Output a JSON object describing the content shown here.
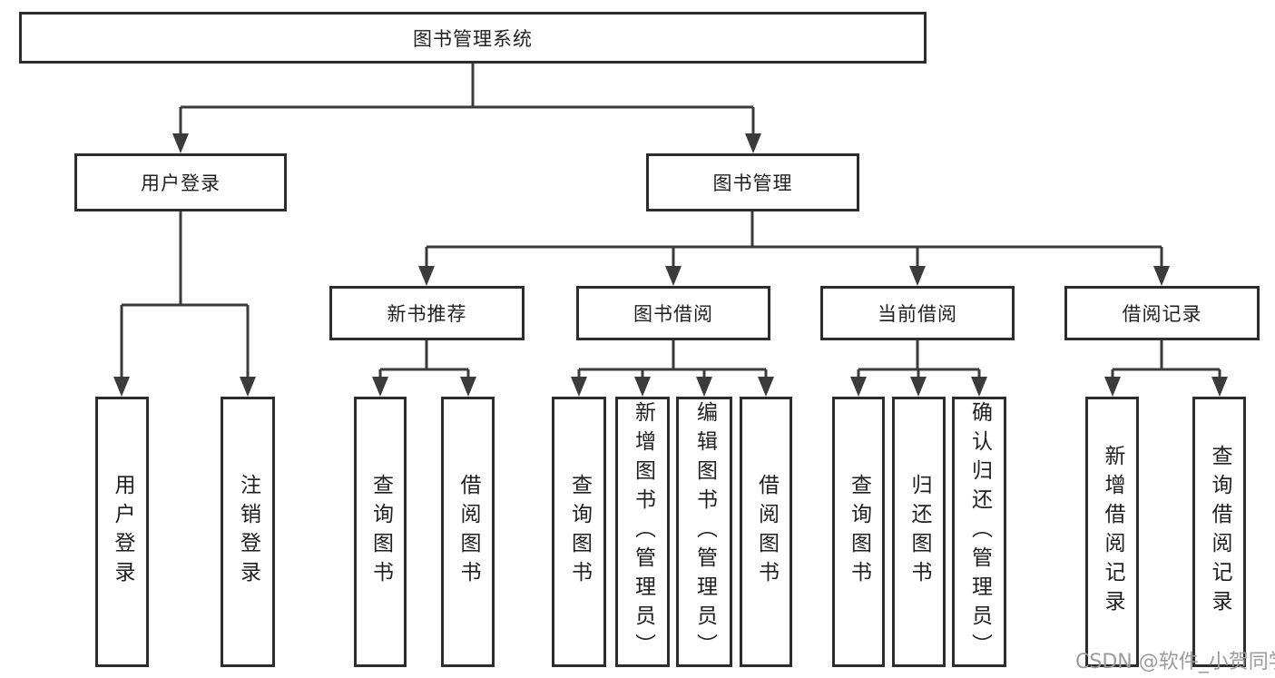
{
  "diagram": {
    "root": {
      "label": "图书管理系统"
    },
    "login": {
      "label": "用户登录",
      "children": [
        {
          "label": "用户登录"
        },
        {
          "label": "注销登录"
        }
      ]
    },
    "manage": {
      "label": "图书管理",
      "groups": {
        "recommend": {
          "label": "新书推荐",
          "children": [
            {
              "label": "查询图书"
            },
            {
              "label": "借阅图书"
            }
          ]
        },
        "borrow": {
          "label": "图书借阅",
          "children": [
            {
              "label": "查询图书"
            },
            {
              "label": "新增图书（管理员）"
            },
            {
              "label": "编辑图书（管理员）"
            },
            {
              "label": "借阅图书"
            }
          ]
        },
        "current": {
          "label": "当前借阅",
          "children": [
            {
              "label": "查询图书"
            },
            {
              "label": "归还图书"
            },
            {
              "label": "确认归还（管理员）"
            }
          ]
        },
        "records": {
          "label": "借阅记录",
          "children": [
            {
              "label": "新增借阅记录"
            },
            {
              "label": "查询借阅记录"
            }
          ]
        }
      }
    }
  },
  "watermark": {
    "text": "CSDN @软件_小贺同学"
  },
  "colors": {
    "line": "#3b3b3b",
    "border": "#2d2d2d",
    "text": "#1f1f1f",
    "background": "#ffffff",
    "watermark": "#9b9b9b"
  }
}
